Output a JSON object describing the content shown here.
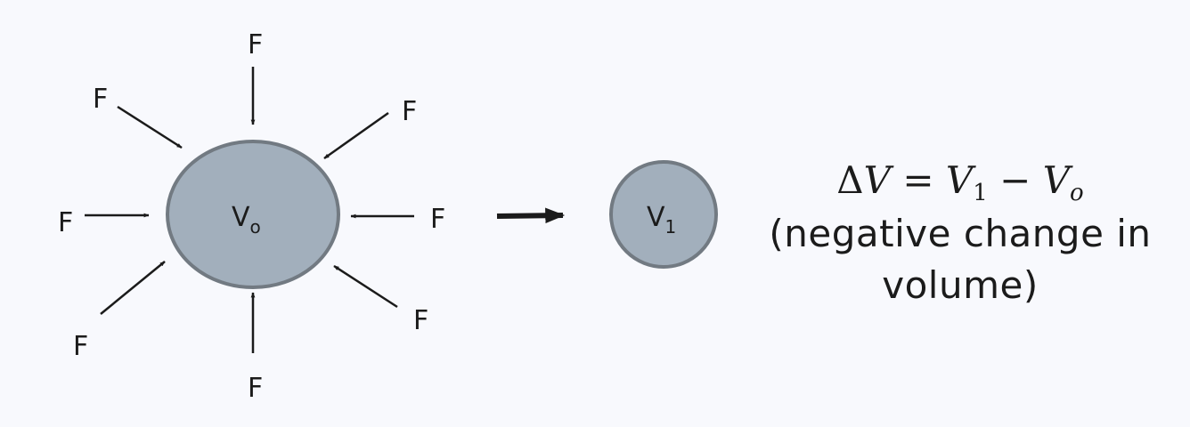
{
  "force_label": "F",
  "volume_initial": {
    "main": "V",
    "sub": "o"
  },
  "volume_final": {
    "main": "V",
    "sub": "1"
  },
  "equation": {
    "delta": "Δ",
    "lhs": "V",
    "equals": " = ",
    "term1": "V",
    "term1_sub": "1",
    "minus": " − ",
    "term2": "V",
    "term2_sub": "o",
    "note": "(negative change in volume)"
  },
  "colors": {
    "sphere_fill": "#a2afbc",
    "sphere_stroke": "#727a82",
    "arrow": "#1b1b1b",
    "background": "#f8f9fd"
  }
}
